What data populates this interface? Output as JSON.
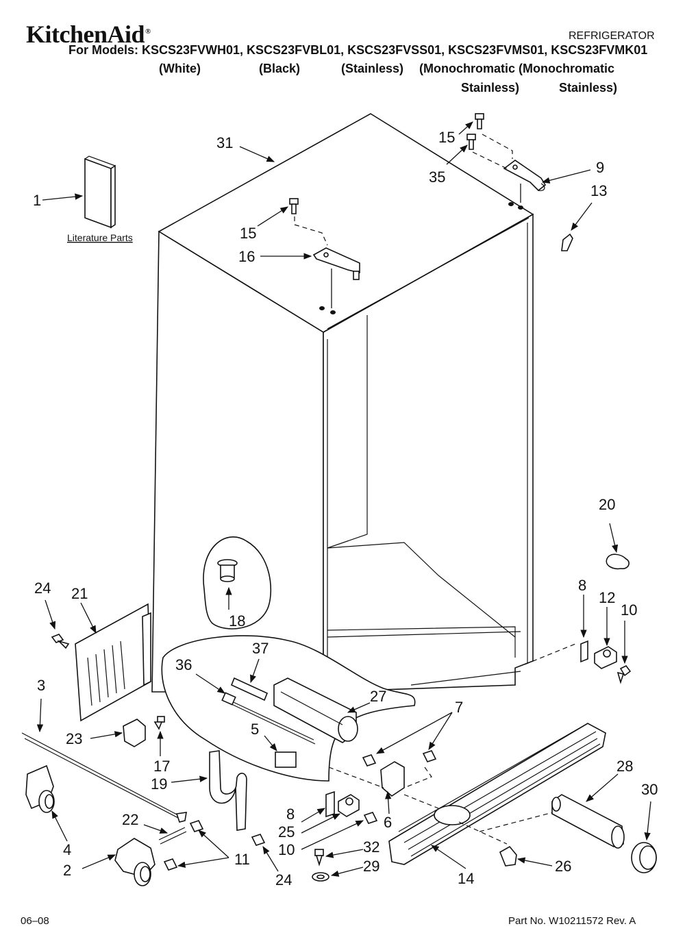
{
  "header": {
    "brand": "KitchenAid",
    "brand_mark": "®",
    "document_type": "REFRIGERATOR",
    "models_line": "For Models: KSCS23FVWH01, KSCS23FVBL01, KSCS23FVSS01, KSCS23FVMS01, KSCS23FVMK01",
    "variants": {
      "white": "(White)",
      "black": "(Black)",
      "stainless": "(Stainless)",
      "mono1_line1": "(Monochromatic",
      "mono1_line2": "Stainless)",
      "mono2_line1": "(Monochromatic",
      "mono2_line2": "Stainless)"
    }
  },
  "diagram": {
    "literature_label": "Literature Parts",
    "callouts": {
      "c1": "1",
      "c2": "2",
      "c3": "3",
      "c4": "4",
      "c5": "5",
      "c6": "6",
      "c7": "7",
      "c8a": "8",
      "c8b": "8",
      "c9": "9",
      "c10a": "10",
      "c10b": "10",
      "c11": "11",
      "c12": "12",
      "c13": "13",
      "c14": "14",
      "c15a": "15",
      "c15b": "15",
      "c16": "16",
      "c17": "17",
      "c18": "18",
      "c19": "19",
      "c20": "20",
      "c21": "21",
      "c22": "22",
      "c23": "23",
      "c24a": "24",
      "c24b": "24",
      "c25": "25",
      "c26": "26",
      "c27": "27",
      "c28": "28",
      "c29": "29",
      "c30": "30",
      "c31": "31",
      "c32": "32",
      "c35": "35",
      "c36": "36",
      "c37": "37"
    }
  },
  "footer": {
    "date": "06–08",
    "part_number": "Part No. W10211572 Rev. A"
  }
}
